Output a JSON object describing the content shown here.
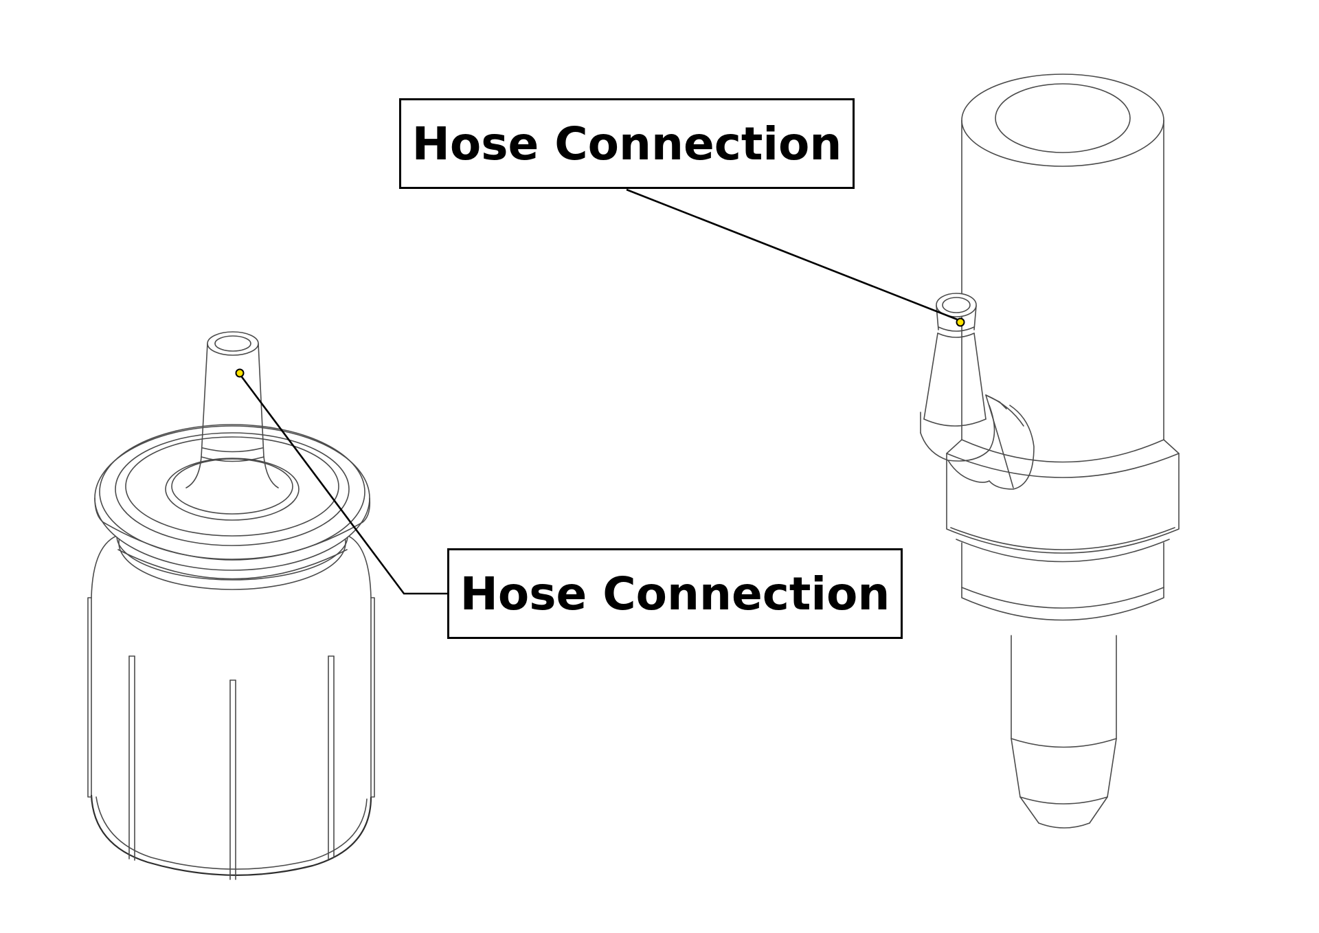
{
  "callouts": [
    {
      "id": "right",
      "label": "Hose Connection"
    },
    {
      "id": "left",
      "label": "Hose Connection"
    }
  ],
  "colors": {
    "marker_dot": "#ffe400",
    "line": "#4a4a4a",
    "leader": "#000000",
    "background": "#ffffff"
  }
}
